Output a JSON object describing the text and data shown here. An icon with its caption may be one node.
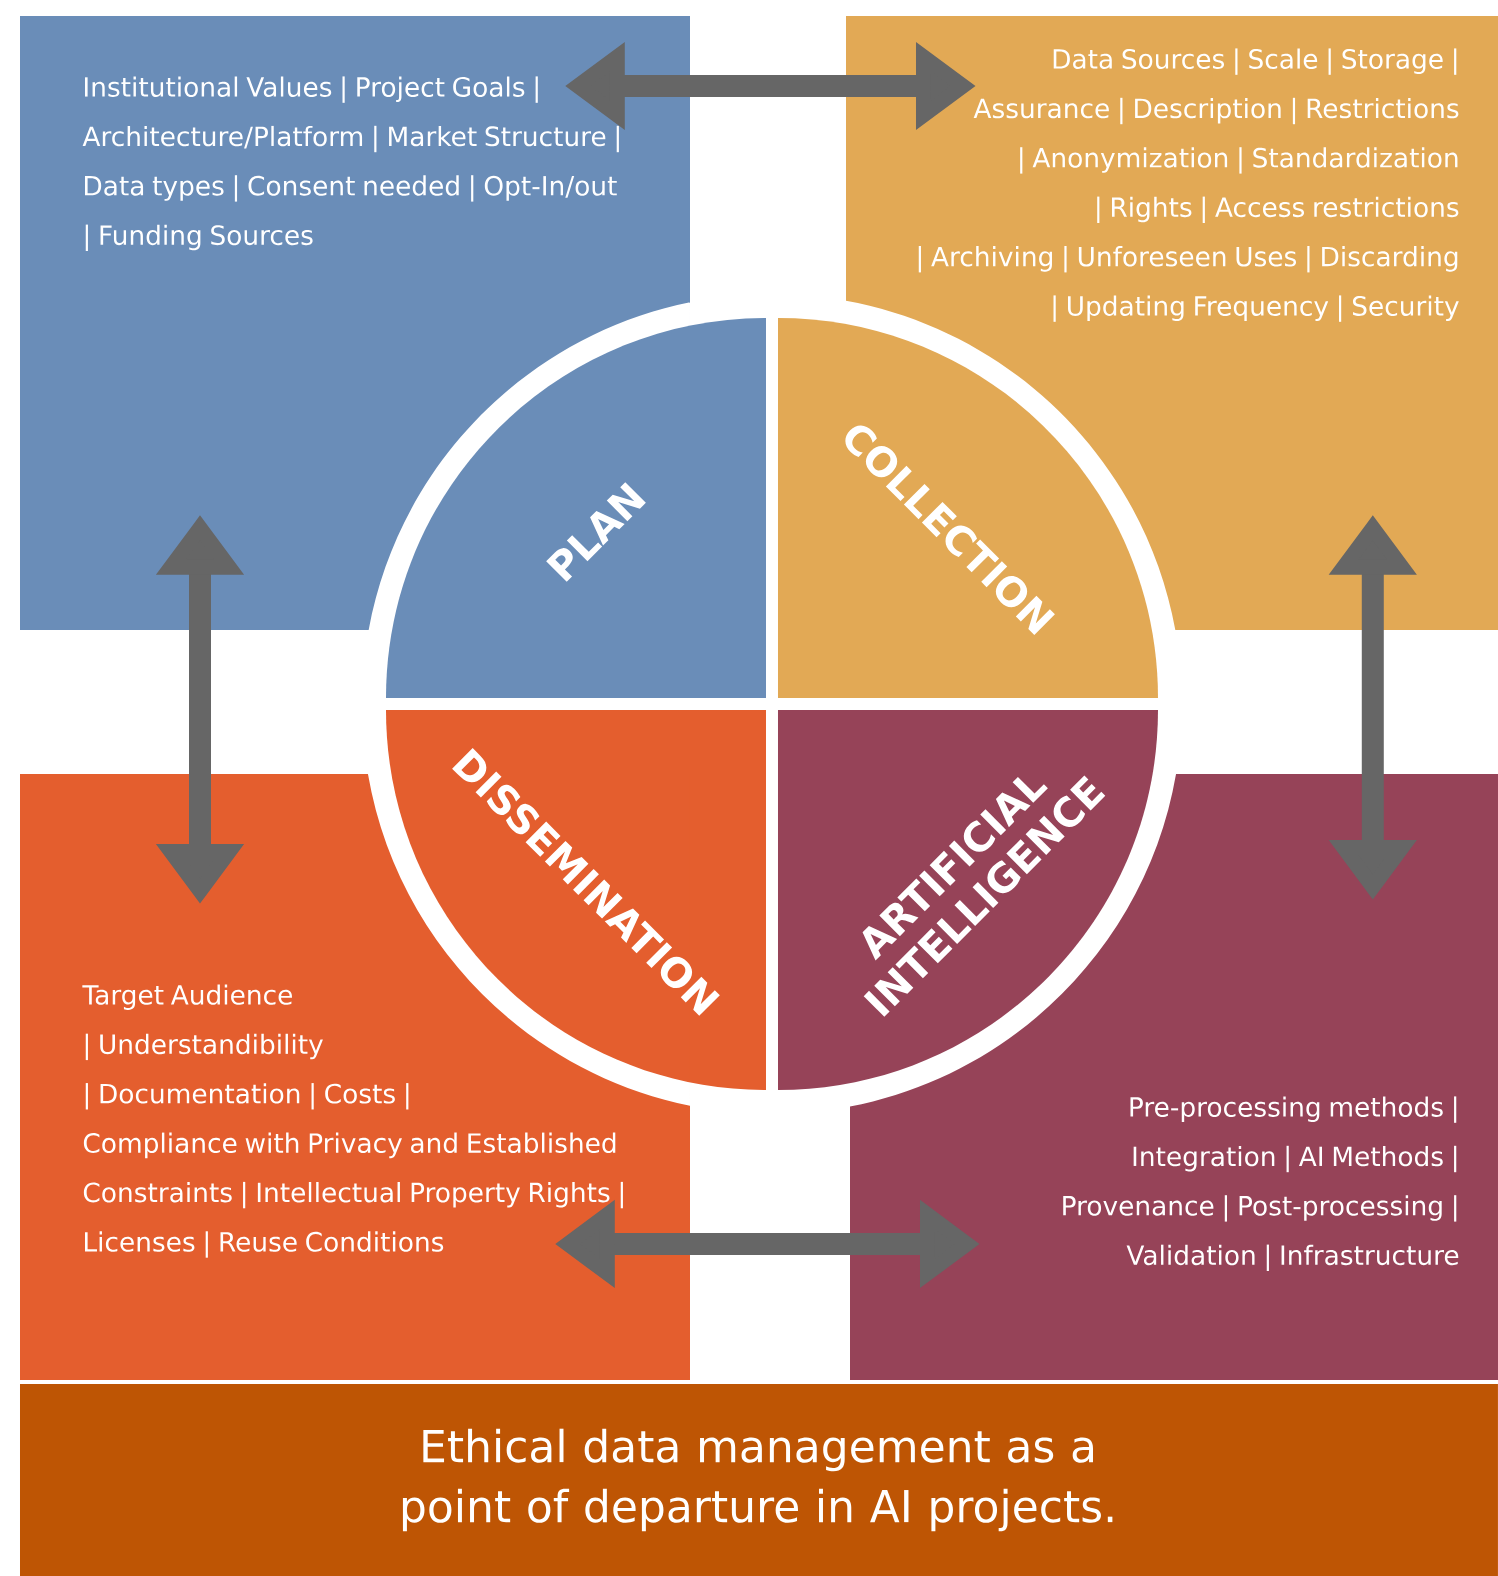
{
  "diagram": {
    "caption": "Ethical data management as a point of departure in AI projects.",
    "nodes": [
      {
        "text": [
          "Institutional Values | Project Goals | Architecture/Platform | Market Structure | Data types | Consent needed | Opt-In/out | Funding Sources"
        ]
      },
      {
        "text": [
          "Data Sources | Scale | Storage | Assurance | Description | Restrictions | Anonymization | Standardization | Rights | Access restrictions | Archiving | Unforeseen Uses | Discarding | Updating Frequency | Security"
        ]
      },
      {
        "text": [
          "PLAN"
        ]
      },
      {
        "text": [
          "COLLECTION"
        ]
      },
      {
        "text": [
          "DISSEMINATION"
        ]
      },
      {
        "text": [
          "ARTIFICIAL INTELLIGENCE"
        ]
      },
      {
        "text": [
          "Target Audience | Understandibility | Documentation | Costs | Compliance with Privacy and Established Constraints | Intellectual Property Rights | Licenses | Reuse Conditions"
        ]
      },
      {
        "text": [
          "Pre-processing methods | Integration | AI Methods | Provenance | Post-processing | Validation | Infrastructure"
        ]
      }
    ],
    "edges": [
      {
        "from": 0,
        "to": 1,
        "arrow": "both"
      },
      {
        "from": 0,
        "to": 6,
        "arrow": "both"
      },
      {
        "from": 1,
        "to": 7,
        "arrow": "both"
      },
      {
        "from": 6,
        "to": 7,
        "arrow": "both"
      }
    ]
  }
}
